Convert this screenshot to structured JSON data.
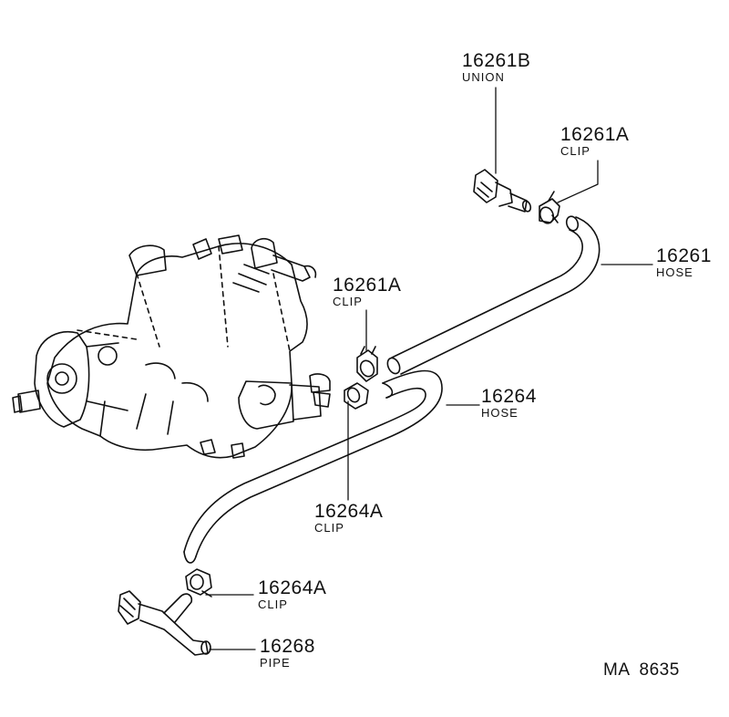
{
  "callouts": [
    {
      "id": "union-16261b",
      "part_number": "16261B",
      "part_name": "UNION"
    },
    {
      "id": "clip-16261a-upper",
      "part_number": "16261A",
      "part_name": "CLIP"
    },
    {
      "id": "hose-16261",
      "part_number": "16261",
      "part_name": "HOSE"
    },
    {
      "id": "clip-16261a-middle",
      "part_number": "16261A",
      "part_name": "CLIP"
    },
    {
      "id": "hose-16264",
      "part_number": "16264",
      "part_name": "HOSE"
    },
    {
      "id": "clip-16264a-middle",
      "part_number": "16264A",
      "part_name": "CLIP"
    },
    {
      "id": "clip-16264a-lower",
      "part_number": "16264A",
      "part_name": "CLIP"
    },
    {
      "id": "pipe-16268",
      "part_number": "16268",
      "part_name": "PIPE"
    }
  ],
  "drawing_code": {
    "prefix": "MA",
    "number": "8635"
  },
  "colors": {
    "ink": "#111111",
    "paper": "#ffffff"
  }
}
